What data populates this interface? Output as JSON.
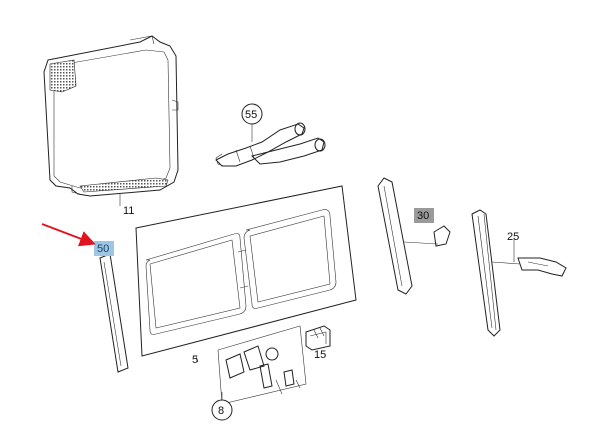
{
  "labels": {
    "p11": "11",
    "p55": "55",
    "p30": "30",
    "p25": "25",
    "p50": "50",
    "p5": "5",
    "p15": "15",
    "p8": "8"
  },
  "colors": {
    "line": "#222222",
    "highlight_blue": "#9cc6e4",
    "highlight_gray": "#9a9a9a",
    "arrow": "#e0141e"
  }
}
